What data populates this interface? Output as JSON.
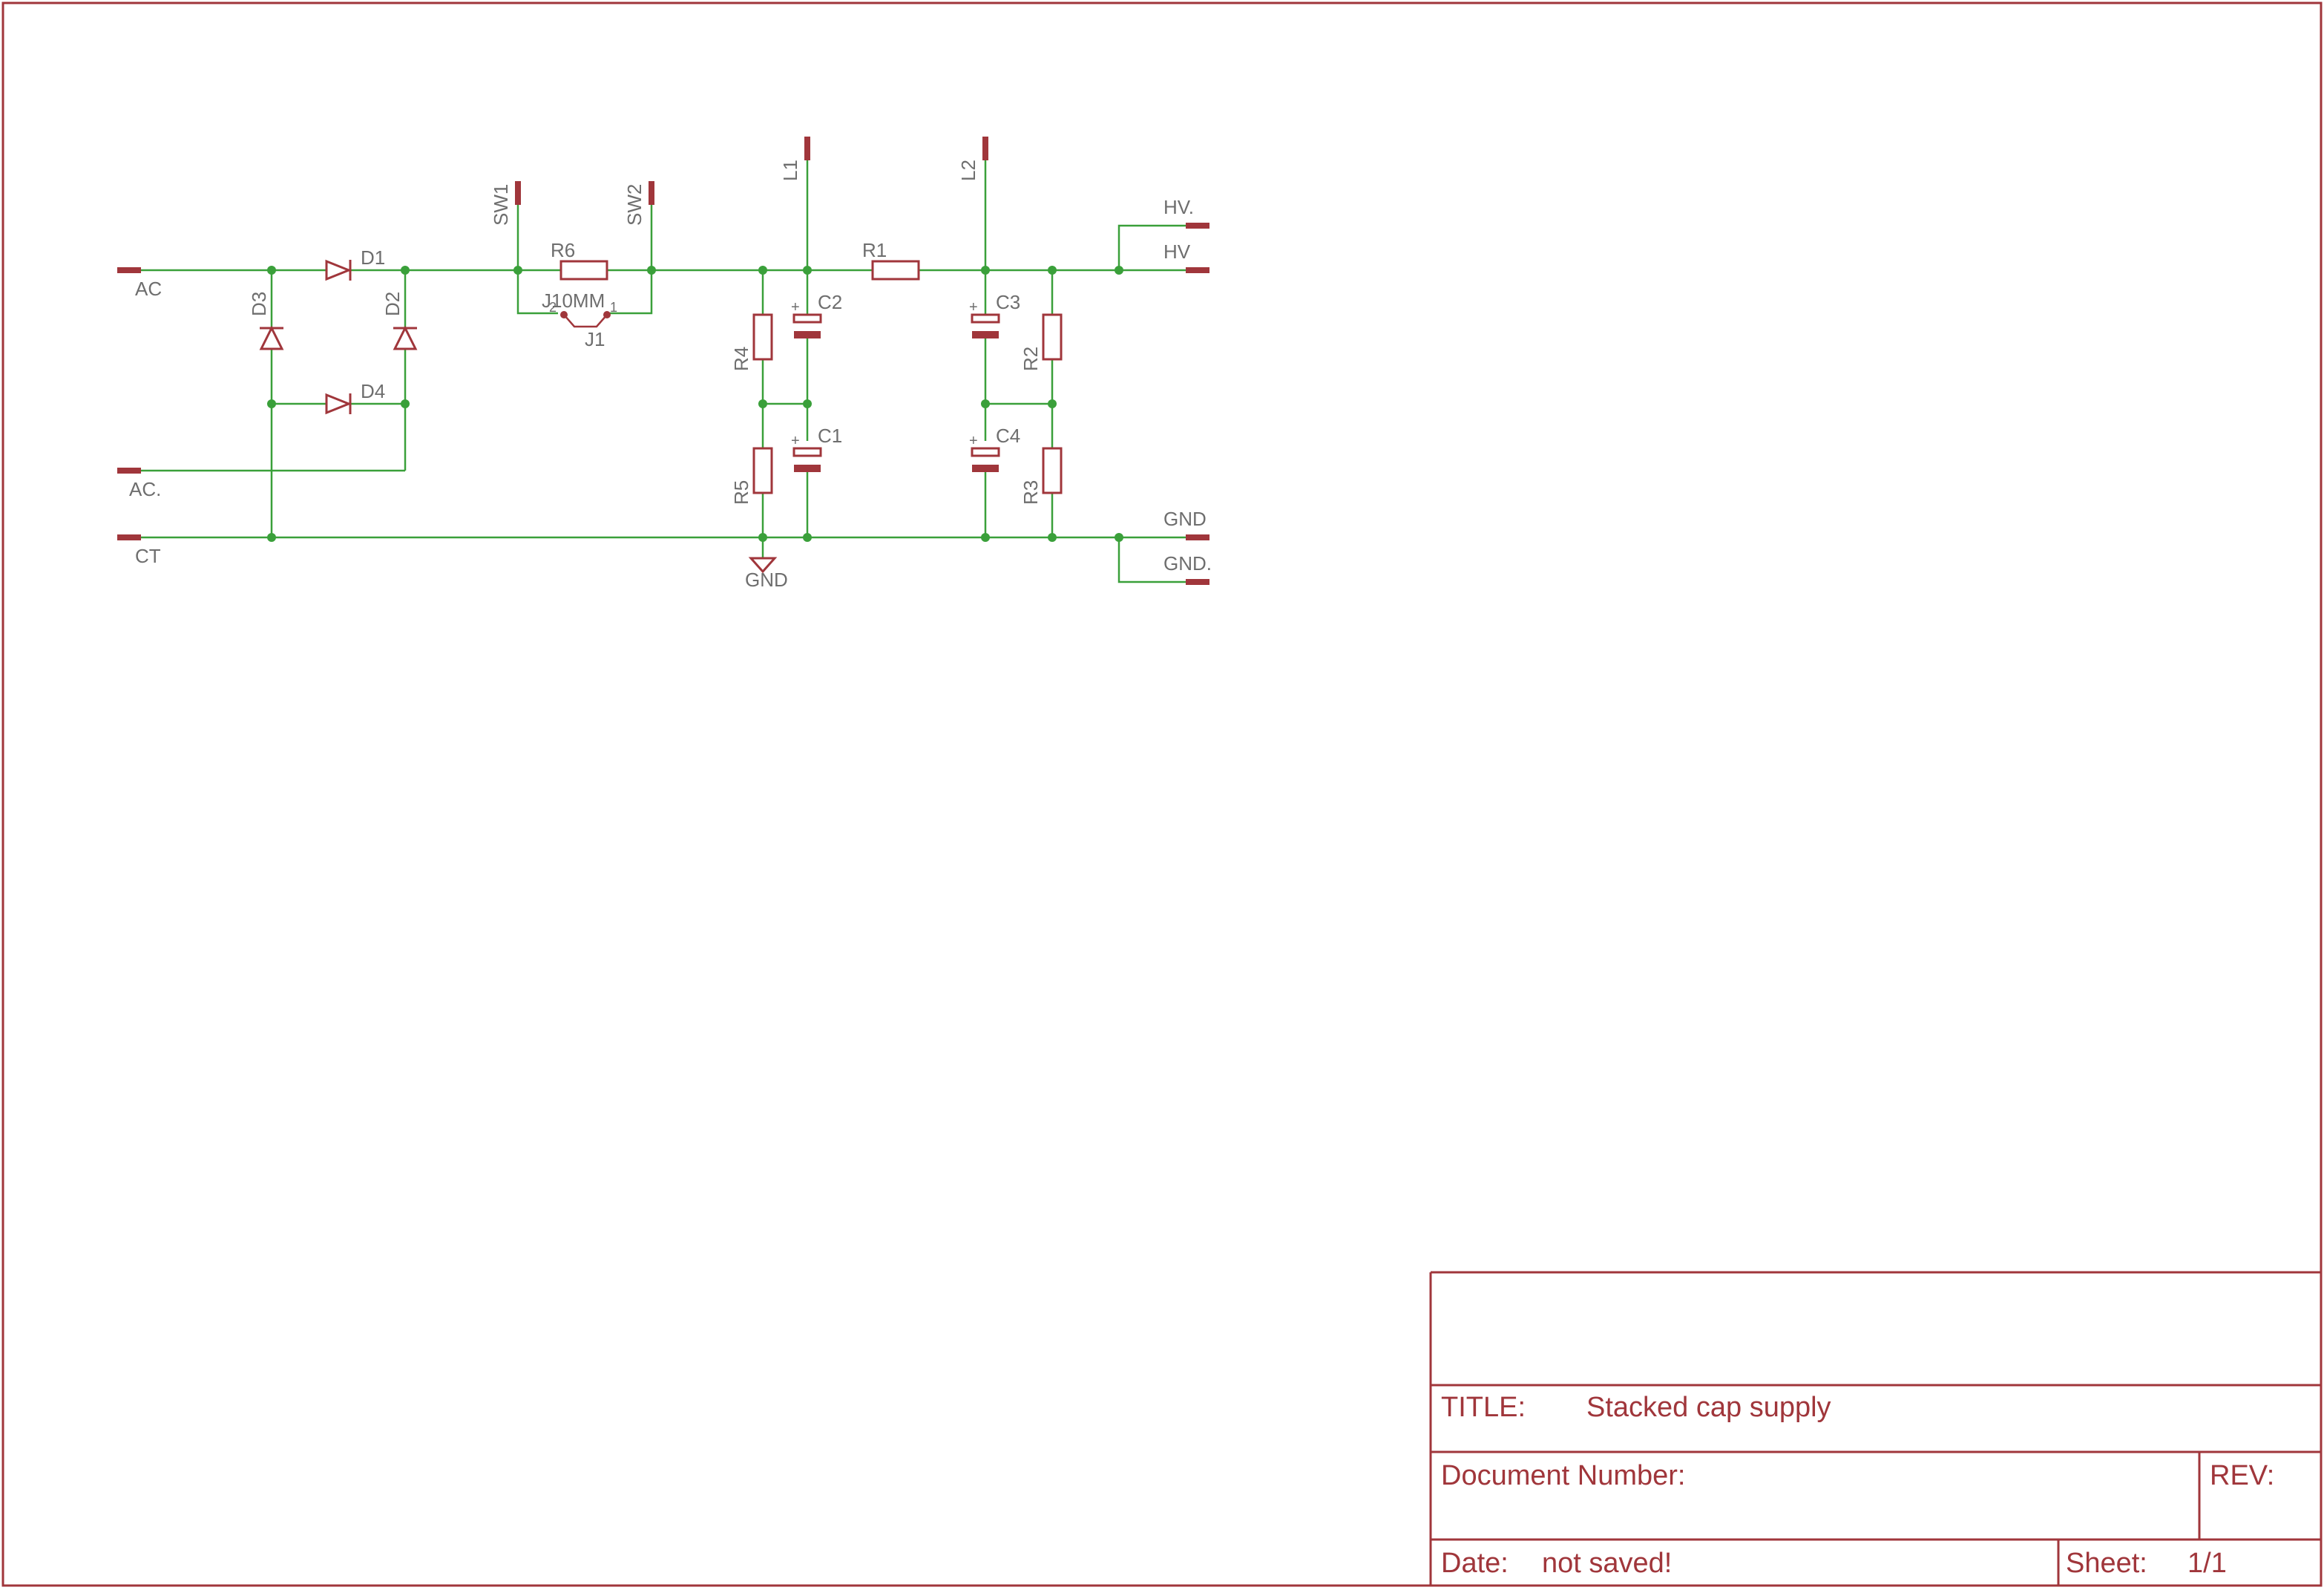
{
  "title_block": {
    "title_label": "TITLE:",
    "title_value": "Stacked cap supply",
    "doc_label": "Document Number:",
    "doc_value": "",
    "rev_label": "REV:",
    "rev_value": "",
    "date_label": "Date:",
    "date_value": "not saved!",
    "sheet_label": "Sheet:",
    "sheet_value": "1/1"
  },
  "connectors": {
    "ac": "AC",
    "ac2": "AC.",
    "ct": "CT",
    "sw1": "SW1",
    "sw2": "SW2",
    "l1": "L1",
    "l2": "L2",
    "hv": "HV",
    "hv2": "HV.",
    "gnd_out": "GND",
    "gnd_out2": "GND."
  },
  "parts": {
    "d1": "D1",
    "d2": "D2",
    "d3": "D3",
    "d4": "D4",
    "r1": "R1",
    "r2": "R2",
    "r3": "R3",
    "r4": "R4",
    "r5": "R5",
    "r6": "R6",
    "c1": "C1",
    "c2": "C2",
    "c3": "C3",
    "c4": "C4",
    "j1": "J1",
    "j1_value": "J10MM",
    "j1_pin1": "1",
    "j1_pin2": "2",
    "gnd_symbol": "GND",
    "plus": "+"
  },
  "colors": {
    "frame": "#a0363b",
    "wire": "#3aa03a",
    "label": "#6e6e6e"
  }
}
